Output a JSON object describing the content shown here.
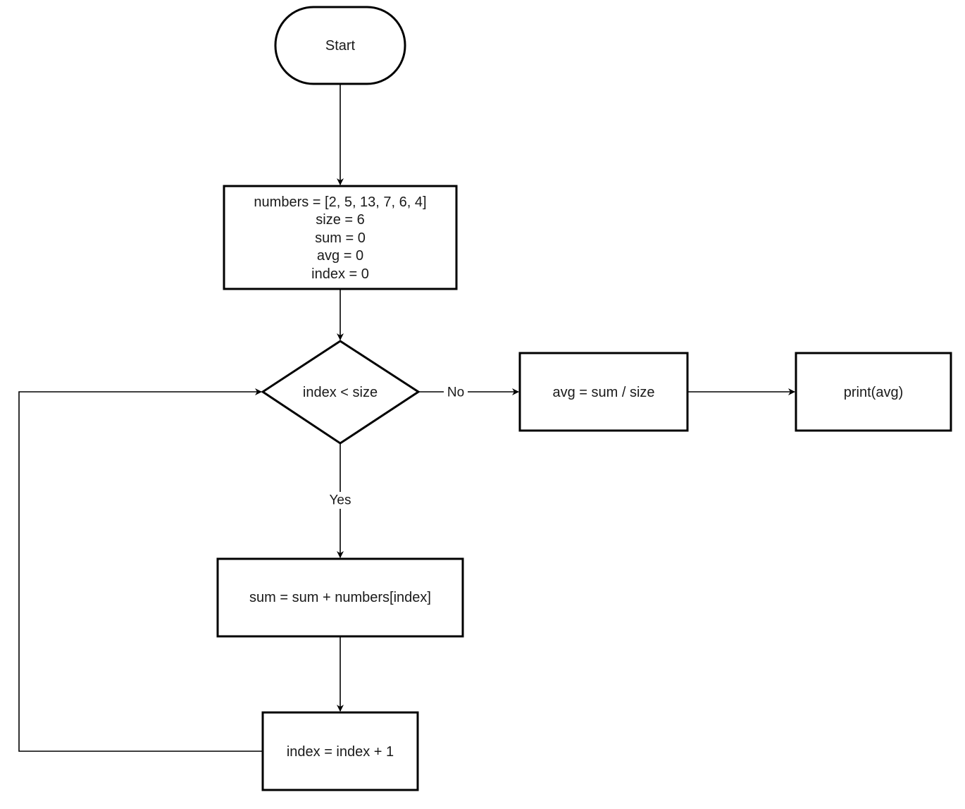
{
  "nodes": {
    "start": {
      "label": "Start"
    },
    "init": {
      "lines": [
        "numbers = [2, 5, 13, 7, 6, 4]",
        "size = 6",
        "sum = 0",
        "avg = 0",
        "index = 0"
      ]
    },
    "decision": {
      "label": "index < size"
    },
    "compute_avg": {
      "label": "avg = sum / size"
    },
    "print": {
      "label": "print(avg)"
    },
    "accumulate": {
      "label": "sum = sum + numbers[index]"
    },
    "increment": {
      "label": "index = index + 1"
    }
  },
  "edges": {
    "no_label": "No",
    "yes_label": "Yes"
  },
  "colors": {
    "stroke": "#000000",
    "fill": "#ffffff",
    "text": "#1a1a1a"
  }
}
